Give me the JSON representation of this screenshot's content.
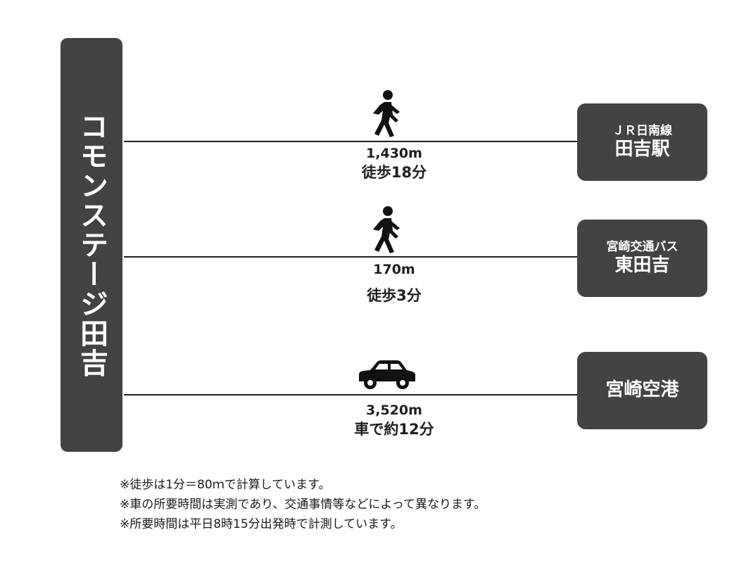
{
  "origin": {
    "name": "コモンステージ田吉"
  },
  "routes": [
    {
      "mode_icon": "walking-person-icon",
      "distance": "1,430m",
      "time": "徒歩18分",
      "destination_line": "ＪＲ日南線",
      "destination_name": "田吉駅"
    },
    {
      "mode_icon": "walking-person-icon",
      "distance": "170m",
      "time": "徒歩3分",
      "destination_line": "宮崎交通バス",
      "destination_name": "東田吉"
    },
    {
      "mode_icon": "car-icon",
      "distance": "3,520m",
      "time": "車で約12分",
      "destination_line": "",
      "destination_name": "宮崎空港"
    }
  ],
  "notes": [
    "※徒歩は1分＝80ｍで計算しています。",
    "※車の所要時間は実測であり、交通事情等などによって異なります。",
    "※所要時間は平日8時15分出発時で計測しています。"
  ],
  "colors": {
    "box_fill": "#434343",
    "box_text": "#ffffff",
    "line": "#1f1f1f"
  }
}
